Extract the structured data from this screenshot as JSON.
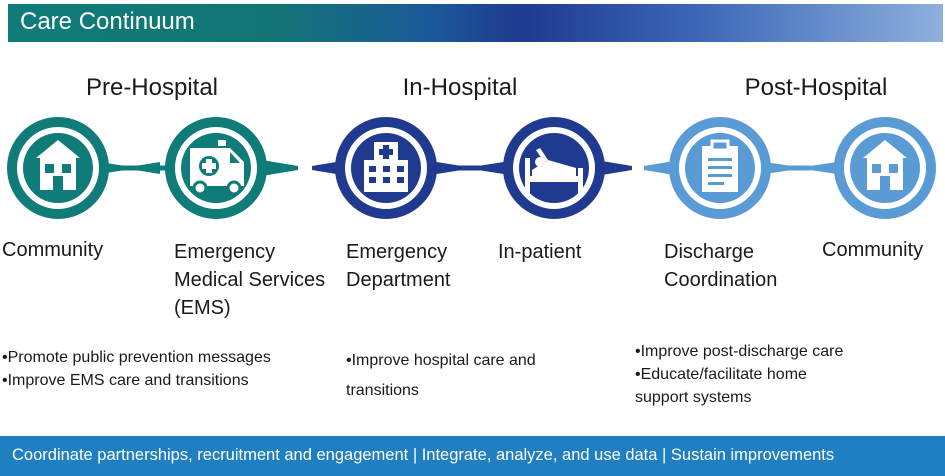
{
  "header": {
    "title": "Care Continuum"
  },
  "phases": [
    {
      "title": "Pre-Hospital"
    },
    {
      "title": "In-Hospital"
    },
    {
      "title": "Post-Hospital"
    }
  ],
  "nodes": [
    {
      "icon": "house-icon",
      "label_lines": [
        "Community"
      ]
    },
    {
      "icon": "ambulance-icon",
      "label_lines": [
        "Emergency",
        "Medical Services",
        "(EMS)"
      ]
    },
    {
      "icon": "hospital-icon",
      "label_lines": [
        "Emergency",
        "Department"
      ]
    },
    {
      "icon": "hospital-bed-icon",
      "label_lines": [
        "In-patient"
      ]
    },
    {
      "icon": "clipboard-icon",
      "label_lines": [
        "Discharge",
        "Coordination"
      ]
    },
    {
      "icon": "house-icon",
      "label_lines": [
        "Community"
      ]
    }
  ],
  "bullets": [
    [
      "•Promote public prevention messages",
      "•Improve EMS care and transitions"
    ],
    [
      "•Improve hospital care and",
      "transitions"
    ],
    [
      "•Improve post-discharge care",
      "•Educate/facilitate home",
      "support systems"
    ]
  ],
  "footer": {
    "text": "Coordinate partnerships, recruitment and engagement | Integrate, analyze, and use data | Sustain improvements"
  },
  "colors": {
    "teal": "#0f7c7a",
    "navy": "#1f3a8e",
    "light_blue": "#5b9bd5",
    "footer_blue": "#1f7fc1"
  }
}
